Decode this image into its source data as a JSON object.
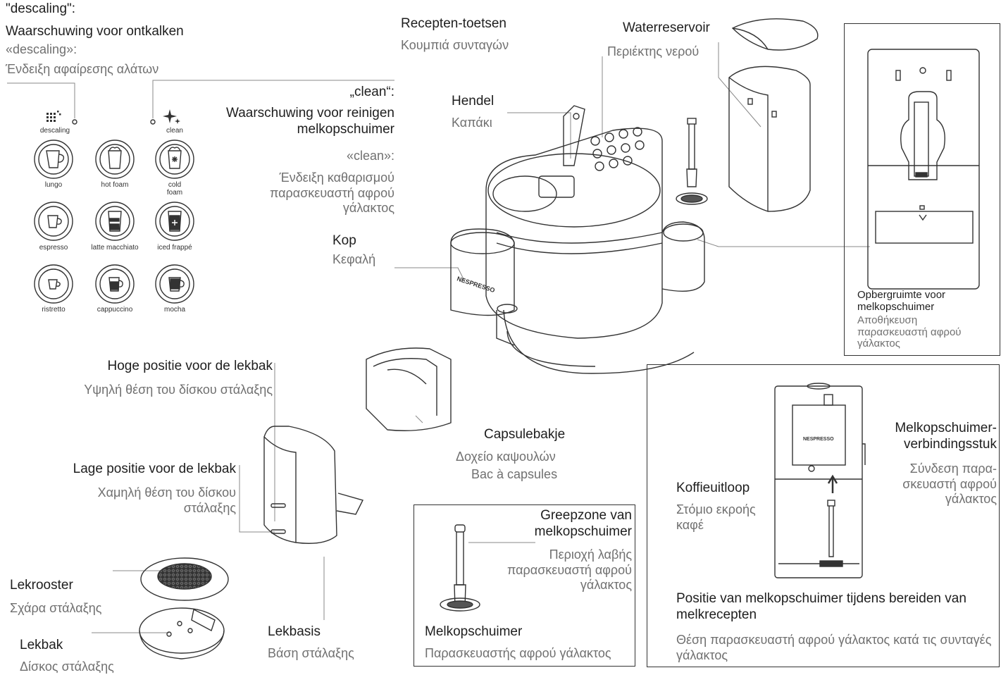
{
  "descaling_warning": {
    "header_nl_quoted": "\"descaling\":",
    "nl": "Waarschuwing voor ontkalken",
    "el_quoted": "«descaling»:",
    "el": "Ένδειξη αφαίρεσης αλάτων"
  },
  "clean_warning": {
    "nl_quoted": "„clean“:",
    "nl": "Waarschuwing voor reinigen melkopschuimer",
    "el_quoted": "«clean»:",
    "el": "Ένδειξη καθαρισμού παρασκευαστή αφρού γάλακτος"
  },
  "button_panel": {
    "descaling_indicator": "descaling",
    "clean_indicator": "clean",
    "buttons": [
      {
        "label": "lungo"
      },
      {
        "label": "hot foam"
      },
      {
        "label": "cold foam"
      },
      {
        "label": "espresso"
      },
      {
        "label": "latte macchiato"
      },
      {
        "label": "iced frappé"
      },
      {
        "label": "ristretto"
      },
      {
        "label": "cappuccino"
      },
      {
        "label": "mocha"
      }
    ]
  },
  "labels": {
    "recipe_buttons": {
      "nl": "Recepten-toetsen",
      "el": "Κουμπιά συνταγών"
    },
    "water_reservoir": {
      "nl": "Waterreservoir",
      "el": "Περιέκτης νερού"
    },
    "lever": {
      "nl": "Hendel",
      "el": "Καπάκι"
    },
    "head": {
      "nl": "Kop",
      "el": "Κεφαλή"
    },
    "high_drip_position": {
      "nl": "Hoge positie voor de lekbak",
      "el": "Υψηλή θέση του δίσκου στάλαξης"
    },
    "low_drip_position": {
      "nl": "Lage positie voor de lekbak",
      "el": "Χαμηλή θέση του δίσκου στάλαξης"
    },
    "capsule_container": {
      "nl": "Capsulebakje",
      "el": "Δοχείο καψουλών",
      "fr": "Bac à capsules"
    },
    "drip_grid": {
      "nl": "Lekrooster",
      "el": "Σχάρα στάλαξης"
    },
    "drip_tray": {
      "nl": "Lekbak",
      "el": "Δίσκος στάλαξης"
    },
    "drip_base": {
      "nl": "Lekbasis",
      "el": "Βάση στάλαξης"
    }
  },
  "frother_storage_box": {
    "nl": "Opbergruimte voor melkopschuimer",
    "el": "Αποθήκευση παρασκευαστή αφρού γάλακτος"
  },
  "frother_box": {
    "grip_zone": {
      "nl": "Greepzone van melkopschuimer",
      "el": "Περιοχή λαβής παρασκευαστή αφρού γάλακτος"
    },
    "frother": {
      "nl": "Melkopschuimer",
      "el": "Παρασκευαστής αφρού γάλακτος"
    }
  },
  "frother_position_box": {
    "connector": {
      "nl": "Melkopschuimer-verbindingsstuk",
      "el": "Σύνδεση παρα-σκευαστή αφρού γάλακτος"
    },
    "coffee_outlet": {
      "nl": "Koffieuitloop",
      "el": "Στόμιο εκροής καφέ"
    },
    "position_caption": {
      "nl": "Positie van melkopschuimer tijdens bereiden van melkrecepten",
      "el": "Θέση παρασκευαστή αφρού γάλακτος κατά τις συνταγές γάλακτος"
    },
    "brand": "NESPRESSO"
  },
  "machine_brand": "NESPRESSO"
}
